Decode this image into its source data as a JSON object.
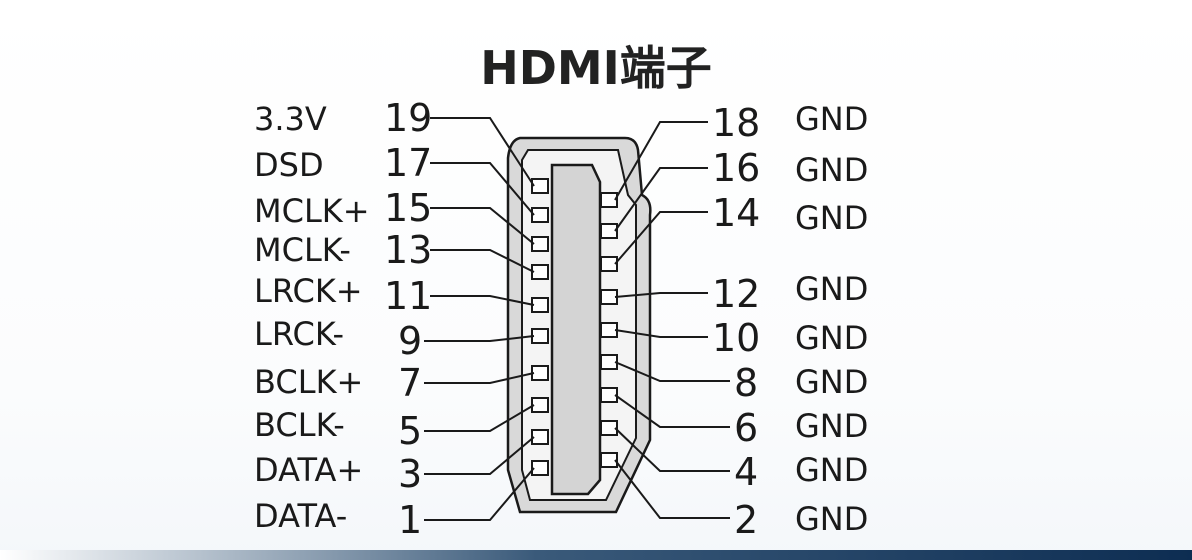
{
  "title": "HDMI端子",
  "left_pins": [
    {
      "num": "19",
      "label": "3.3V"
    },
    {
      "num": "17",
      "label": "DSD"
    },
    {
      "num": "15",
      "label": "MCLK+"
    },
    {
      "num": "13",
      "label": "MCLK-"
    },
    {
      "num": "11",
      "label": "LRCK+"
    },
    {
      "num": "9",
      "label": "LRCK-"
    },
    {
      "num": "7",
      "label": "BCLK+"
    },
    {
      "num": "5",
      "label": "BCLK-"
    },
    {
      "num": "3",
      "label": "DATA+"
    },
    {
      "num": "1",
      "label": "DATA-"
    }
  ],
  "right_pins": [
    {
      "num": "18",
      "label": "GND"
    },
    {
      "num": "16",
      "label": "GND"
    },
    {
      "num": "14",
      "label": "GND"
    },
    {
      "num": "12",
      "label": "GND"
    },
    {
      "num": "10",
      "label": "GND"
    },
    {
      "num": "8",
      "label": "GND"
    },
    {
      "num": "6",
      "label": "GND"
    },
    {
      "num": "4",
      "label": "GND"
    },
    {
      "num": "2",
      "label": "GND"
    }
  ]
}
